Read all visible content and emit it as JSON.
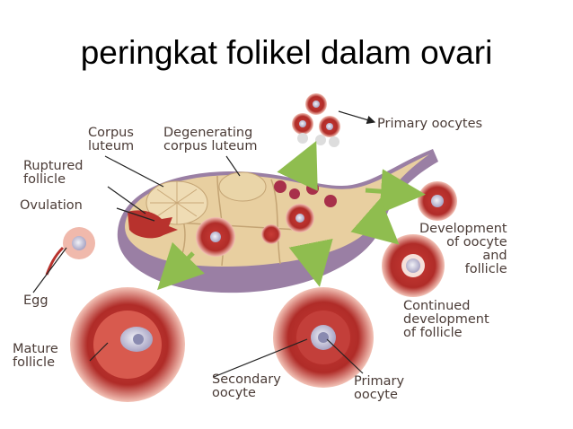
{
  "title": "peringkat folikel dalam ovari",
  "figure": {
    "labels": {
      "corpus_luteum": "Corpus\nluteum",
      "degenerating_corpus_luteum": "Degenerating\ncorpus luteum",
      "primary_oocytes": "Primary oocytes",
      "ruptured_follicle": "Ruptured\nfollicle",
      "ovulation": "Ovulation",
      "development": "Development\nof oocyte\nand\nfollicle",
      "egg": "Egg",
      "continued": "Continued\ndevelopment\nof follicle",
      "mature_follicle": "Mature\nfollicle",
      "secondary_oocyte": "Secondary\noocyte",
      "primary_oocyte": "Primary\noocyte"
    },
    "colors": {
      "ovary": "#e8cfa0",
      "ovary_lower": "#9a7fa4",
      "follicle": "#b8322d",
      "follicle_rim": "#f0b9ac",
      "oocyte": "#c8c4d8",
      "arrow": "#8fbd4f",
      "label": "#4a3b36"
    }
  }
}
